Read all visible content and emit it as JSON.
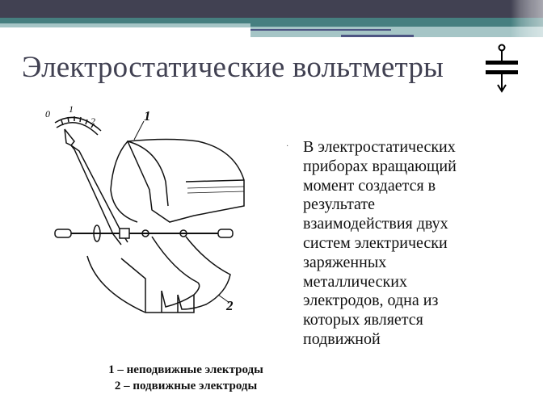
{
  "slide": {
    "title": "Электростатические вольтметры",
    "header_colors": {
      "dark_band": "#414152",
      "teal_band": "#467f80",
      "light_band": "#a5c5c6",
      "accent_line": "#4d5583"
    },
    "symbol_icon": "capacitor-symbol-icon",
    "figure": {
      "scale_labels": [
        "0",
        "1",
        "2"
      ],
      "callouts": [
        "1",
        "2"
      ]
    },
    "body": {
      "bullet": "·",
      "lines": [
        "В электростатических",
        "приборах вращающий",
        "момент создается в",
        "результате",
        "взаимодействия двух",
        "систем электрически",
        "заряженных",
        "металлических",
        "электродов, одна из",
        "которых является",
        "подвижной"
      ]
    },
    "legend": {
      "line1": "1 – неподвижные электроды",
      "line2": "2 – подвижные электроды"
    }
  }
}
